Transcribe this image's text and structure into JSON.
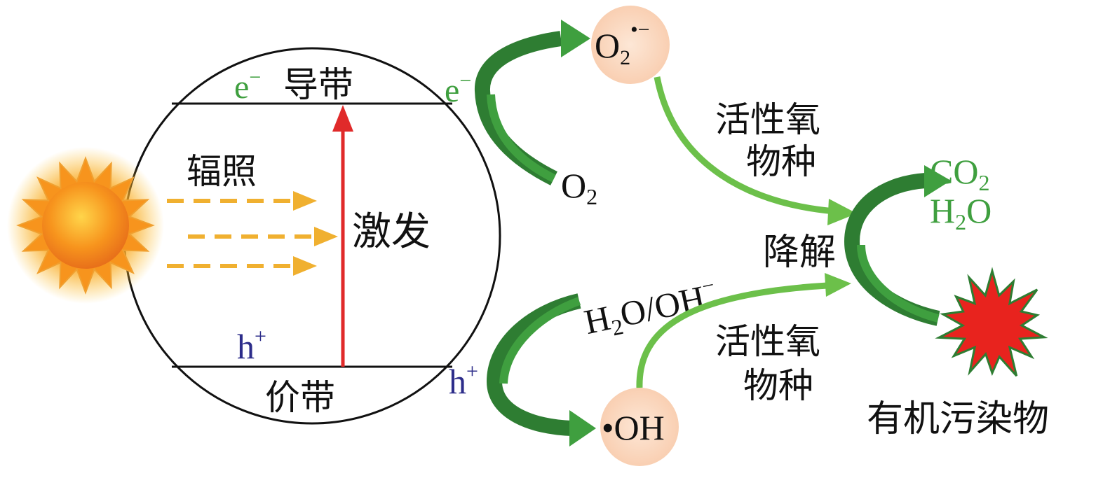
{
  "colors": {
    "green": "#3f9f3f",
    "green_dark": "#2e7d32",
    "green_light": "#6cc04a",
    "blue": "#2d2d8a",
    "red": "#e02a2a",
    "orange_dash": "#f0b030",
    "circle_fill": "#fbd9c3",
    "black": "#111111"
  },
  "icons": {
    "sun": "sun-icon",
    "pollutant": "starburst-icon"
  },
  "band": {
    "electron": "e",
    "electron_sup": "−",
    "conduction_label": "导带",
    "hole": "h",
    "hole_sup": "+",
    "valence_label": "价带",
    "irradiation_label": "辐照",
    "excitation_label": "激发"
  },
  "reduction": {
    "electron": "e",
    "electron_sup": "−",
    "reactant": "O",
    "reactant_sub": "2",
    "product": "O",
    "product_sub": "2",
    "product_sup": "•−"
  },
  "oxidation": {
    "hole": "h",
    "hole_sup": "+",
    "reactant_part1": "H",
    "reactant_sub": "2",
    "reactant_part2": "O/OH",
    "reactant_sup": "−",
    "product": "•OH"
  },
  "ros_upper": {
    "line1": "活性氧",
    "line2": "物种"
  },
  "ros_lower": {
    "line1": "活性氧",
    "line2": "物种"
  },
  "degradation_label": "降解",
  "products": {
    "co2_main": "CO",
    "co2_sub": "2",
    "h2o_h": "H",
    "h2o_sub": "2",
    "h2o_o": "O"
  },
  "pollutant_label": "有机污染物"
}
